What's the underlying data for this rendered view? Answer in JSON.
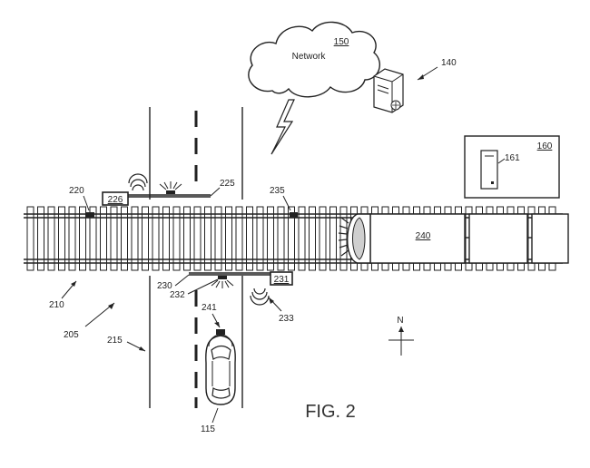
{
  "labels": {
    "network_text": "Network",
    "network_ref": "150",
    "server_ref": "140",
    "box_ref": "160",
    "box_server_ref": "161",
    "sensor_left_ref": "220",
    "unit_top_ref": "226",
    "bar_top_ref": "225",
    "sensor_right_ref": "235",
    "train_ref": "240",
    "track_ref": "210",
    "crossing_ref": "205",
    "road_ref": "215",
    "bar_bottom_ref": "230",
    "light_bottom_ref": "232",
    "unit_bottom_ref": "231",
    "signal_bottom_ref": "233",
    "car_sensor_ref": "241",
    "car_ref": "115",
    "north": "N",
    "figure_title": "FIG. 2"
  },
  "colors": {
    "line": "#222222",
    "train_face": "#cfcfcf"
  }
}
